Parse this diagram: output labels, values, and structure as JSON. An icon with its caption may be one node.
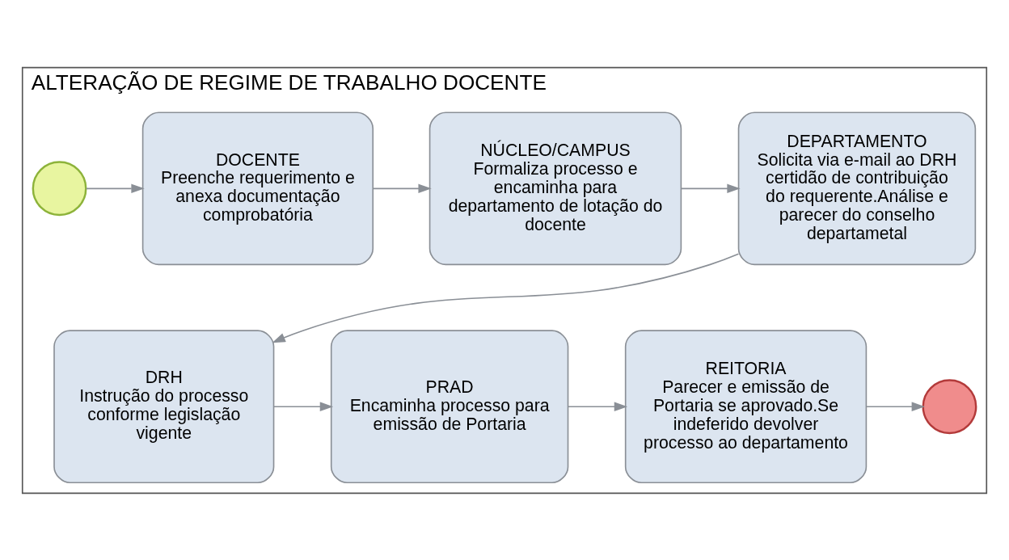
{
  "diagram": {
    "nodes": [
      {
        "text": [
          "ALTERAÇÃO DE REGIME DE TRABALHO DOCENTE"
        ]
      },
      {
        "text": [],
        "shape": "circle",
        "in": 0
      },
      {
        "text": [
          "DOCENTE",
          "Preenche requerimento e anexa documentação comprobatória"
        ],
        "in": 0
      },
      {
        "text": [
          "NÚCLEO/CAMPUS",
          "Formaliza processo e encaminha para departamento de lotação do docente"
        ],
        "in": 0
      },
      {
        "text": [
          "DEPARTAMENTO",
          "Solicita via e-mail ao DRH certidão de contribuição do requerente.Análise e parecer do conselho departametal"
        ],
        "in": 0
      },
      {
        "text": [
          "DRH",
          "Instrução do processo conforme legislação vigente"
        ],
        "in": 0
      },
      {
        "text": [
          "PRAD",
          "Encaminha processo para emissão de Portaria"
        ],
        "in": 0
      },
      {
        "text": [
          "REITORIA",
          "Parecer e emissão de Portaria se aprovado.Se indeferido devolver processo ao departamento"
        ],
        "in": 0
      },
      {
        "text": [],
        "shape": "circle",
        "in": 0
      }
    ],
    "edges": [
      {
        "from": 1,
        "to": 2,
        "arrow": "to"
      },
      {
        "from": 2,
        "to": 3,
        "arrow": "to"
      },
      {
        "from": 3,
        "to": 4,
        "arrow": "to"
      },
      {
        "from": 4,
        "to": 5,
        "arrow": "to"
      },
      {
        "from": 5,
        "to": 6,
        "arrow": "to"
      },
      {
        "from": 6,
        "to": 7,
        "arrow": "to"
      },
      {
        "from": 7,
        "to": 8,
        "arrow": "to"
      }
    ]
  }
}
